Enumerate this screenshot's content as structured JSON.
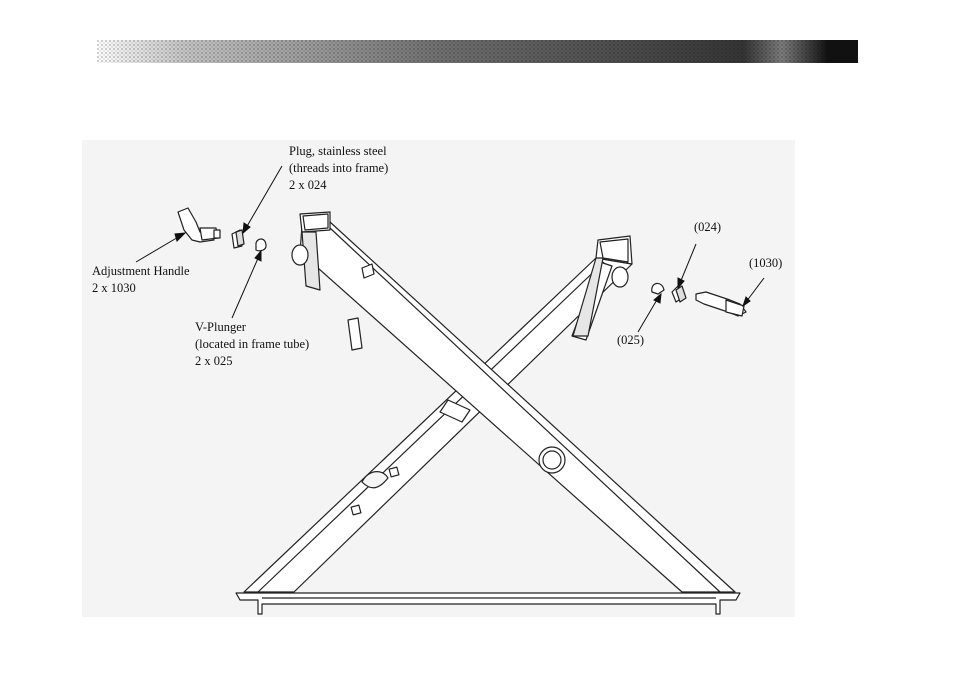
{
  "header": {
    "band_color": "#111111"
  },
  "labels": {
    "plug": {
      "line1": "Plug, stainless steel",
      "line2": "(threads into frame)",
      "line3": "2 x 024"
    },
    "handle": {
      "line1": "Adjustment Handle",
      "line2": "2 x 1030"
    },
    "plunger": {
      "line1": "V-Plunger",
      "line2": "(located in frame tube)",
      "line3": "2 x 025"
    },
    "callout_024": "(024)",
    "callout_1030": "(1030)",
    "callout_025": "(025)"
  },
  "colors": {
    "line": "#222222",
    "panel": "#f4f4f4",
    "fill": "#ffffff"
  }
}
